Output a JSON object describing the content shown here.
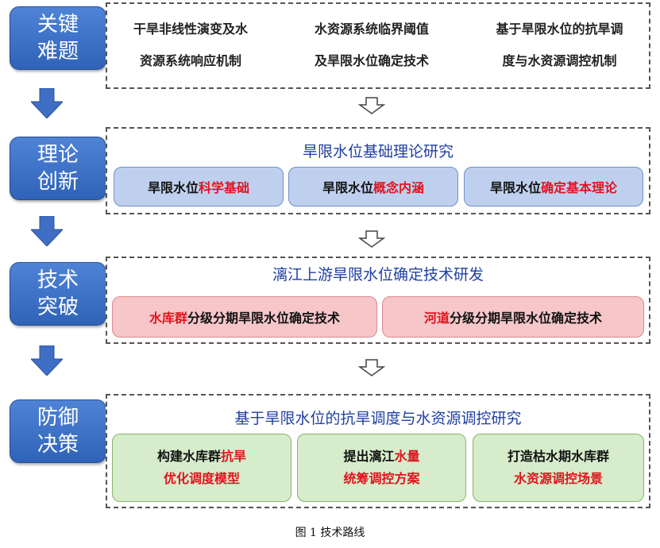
{
  "stages": [
    {
      "line1": "关键",
      "line2": "难题"
    },
    {
      "line1": "理论",
      "line2": "创新"
    },
    {
      "line1": "技术",
      "line2": "突破"
    },
    {
      "line1": "防御",
      "line2": "决策"
    }
  ],
  "key_problems": [
    {
      "line1": "干旱非线性演变及水",
      "line2": "资源系统响应机制"
    },
    {
      "line1": "水资源系统临界阈值",
      "line2": "及旱限水位确定技术"
    },
    {
      "line1": "基于旱限水位的抗旱调",
      "line2": "度与水资源调控机制"
    }
  ],
  "theory": {
    "title": "旱限水位基础理论研究",
    "items": [
      {
        "plain": "旱限水位",
        "red": "科学基础"
      },
      {
        "plain": "旱限水位",
        "red": "概念内涵"
      },
      {
        "plain": "旱限水位",
        "red": "确定基本理论"
      }
    ]
  },
  "technology": {
    "title": "漓江上游旱限水位确定技术研发",
    "items": [
      {
        "red": "水库群",
        "plain": "分级分期旱限水位确定技术"
      },
      {
        "red": "河道",
        "plain": "分级分期旱限水位确定技术"
      }
    ]
  },
  "decision": {
    "title": "基于旱限水位的抗旱调度与水资源调控研究",
    "items": [
      {
        "l1_plain": "构建水库群",
        "l1_red": "抗旱",
        "l2_plain": "",
        "l2_red": "优化调度模型"
      },
      {
        "l1_plain": "提出漓江",
        "l1_red": "水量",
        "l2_plain": "",
        "l2_red": "统筹调控方案"
      },
      {
        "l1_plain": "打造枯水期水库群",
        "l1_red": "",
        "l2_plain": "",
        "l2_red": "水资源调控场景"
      }
    ]
  },
  "caption": "图 1  技术路线",
  "colors": {
    "stage_blue": "#2f63b8",
    "accent_red": "#e0141e",
    "title_blue": "#1f3fa3",
    "chip_blue": "#bfd0ef",
    "chip_pink": "#f6c6c8",
    "chip_green": "#d6eccb"
  }
}
